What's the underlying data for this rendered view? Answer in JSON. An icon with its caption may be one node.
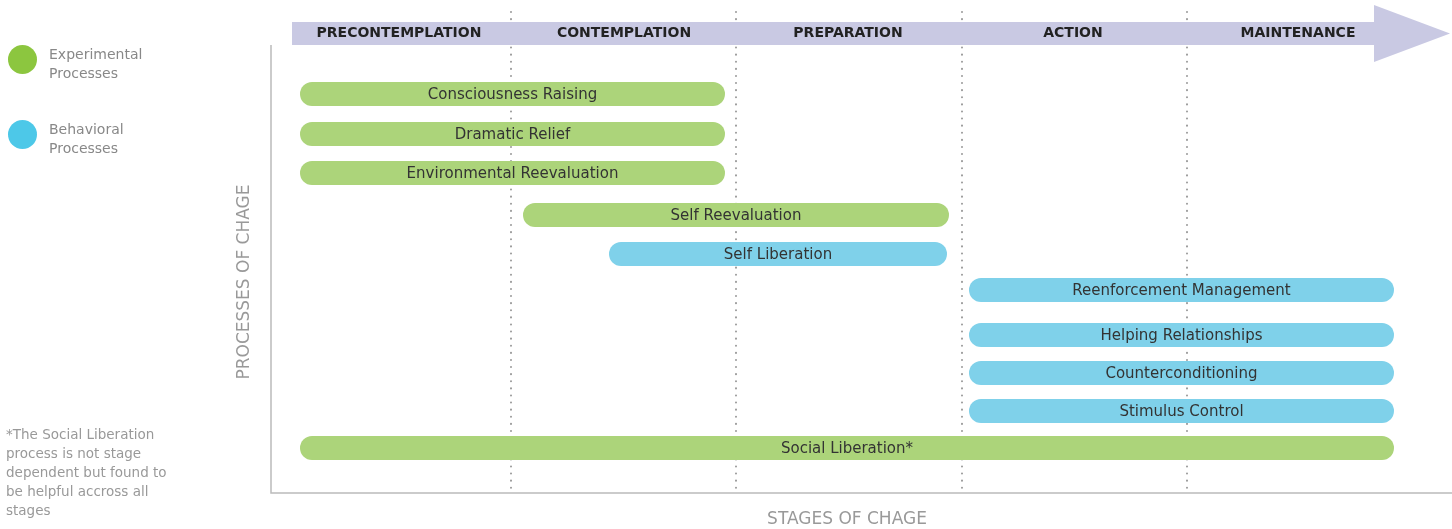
{
  "diagram": {
    "nodes": [
      {
        "text": [
          "PRECONTEMPLATION",
          "CONTEMPLATION",
          "PREPARATION",
          "ACTION",
          "MAINTENANCE"
        ]
      },
      {
        "text": [
          "Consciousness Raising"
        ]
      },
      {
        "text": [
          "Dramatic Relief"
        ]
      },
      {
        "text": [
          "Environmental Reevaluation"
        ]
      },
      {
        "text": [
          "Self Reevaluation"
        ]
      },
      {
        "text": [
          "Self Liberation"
        ]
      },
      {
        "text": [
          "Reenforcement Management"
        ]
      },
      {
        "text": [
          "Helping Relationships"
        ]
      },
      {
        "text": [
          "Counterconditioning"
        ]
      },
      {
        "text": [
          "Stimulus Control"
        ]
      },
      {
        "text": [
          "Social Liberation*"
        ]
      }
    ],
    "edges": [],
    "labels": [
      "PROCESSES OF CHAGE",
      "STAGES OF CHAGE",
      "*The Social Liberation process is not stage dependent but found to be helpful accross all stages"
    ],
    "legend": [
      {
        "text": "Experimental Processes",
        "color": "#8cc63f"
      },
      {
        "text": "Behavioral Processes",
        "color": "#4dc8e8"
      }
    ]
  }
}
